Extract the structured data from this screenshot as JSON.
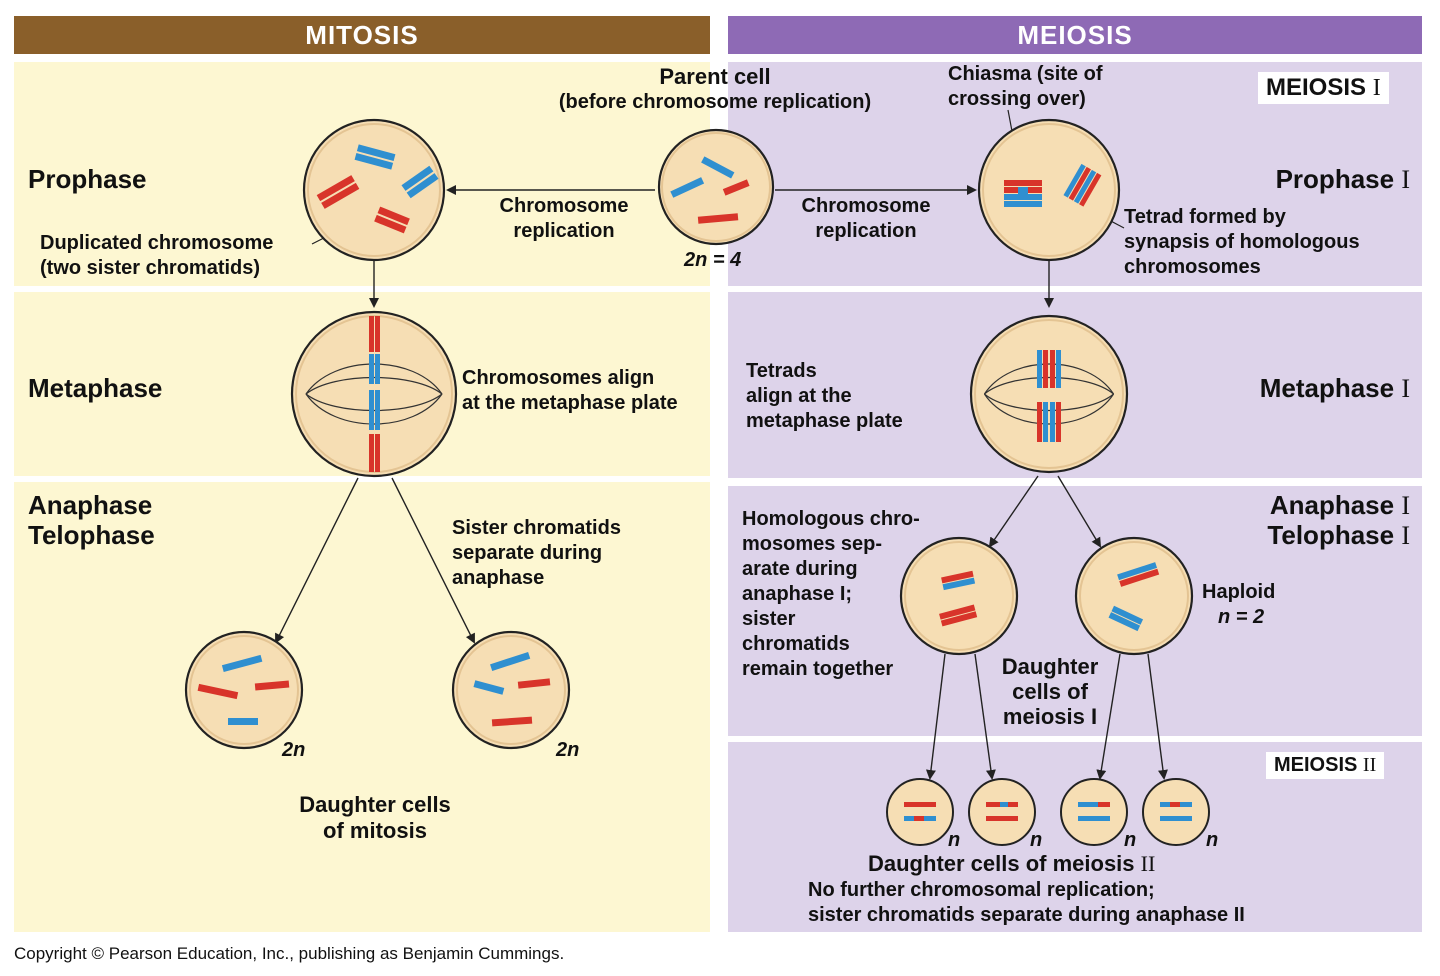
{
  "headers": {
    "mitosis": "MITOSIS",
    "meiosis": "MEIOSIS"
  },
  "parent": {
    "title": "Parent cell",
    "subtitle": "(before chromosome replication)",
    "ploidy": "2n = 4"
  },
  "replication_left": "Chromosome replication",
  "replication_right": "Chromosome replication",
  "mitosis": {
    "prophase": "Prophase",
    "metaphase": "Metaphase",
    "anaphase": "Anaphase",
    "telophase": "Telophase",
    "duplicated_chromosome": "Duplicated chromosome",
    "sister_chromatids": "(two sister chromatids)",
    "align_1": "Chromosomes align",
    "align_2": "at the metaphase plate",
    "sister_sep_1": "Sister chromatids",
    "sister_sep_2": "separate during",
    "sister_sep_3": "anaphase",
    "ploidy_left": "2n",
    "ploidy_right": "2n",
    "daughter_1": "Daughter cells",
    "daughter_2": "of mitosis"
  },
  "meiosis": {
    "meiosis1_label": "MEIOSIS",
    "meiosis1_numeral": "I",
    "chiasma_1": "Chiasma (site of",
    "chiasma_2": "crossing over)",
    "prophase": "Prophase",
    "prophase_numeral": "I",
    "tetrad_1": "Tetrad formed by",
    "tetrad_2": "synapsis of homologous",
    "tetrad_3": "chromosomes",
    "tetrads_align_1": "Tetrads",
    "tetrads_align_2": "align at the",
    "tetrads_align_3": "metaphase plate",
    "metaphase": "Metaphase",
    "metaphase_numeral": "I",
    "anaphase": "Anaphase",
    "anaphase_numeral": "I",
    "telophase": "Telophase",
    "telophase_numeral": "I",
    "homologous_1": "Homologous chro-",
    "homologous_2": "mosomes sep-",
    "homologous_3": "arate during",
    "homologous_4": "anaphase I;",
    "homologous_5": "sister",
    "homologous_6": "chromatids",
    "homologous_7": "remain together",
    "haploid": "Haploid",
    "haploid_n": "n = 2",
    "daughter1_1": "Daughter",
    "daughter1_2": "cells of",
    "daughter1_3": "meiosis I",
    "meiosis2_label": "MEIOSIS",
    "meiosis2_numeral": "II",
    "n1": "n",
    "n2": "n",
    "n3": "n",
    "n4": "n",
    "daughter2": "Daughter cells of meiosis",
    "daughter2_numeral": "II",
    "no_further_1": "No further chromosomal replication;",
    "no_further_2": "sister chromatids separate during anaphase II"
  },
  "copyright": "Copyright © Pearson Education, Inc., publishing as Benjamin Cummings.",
  "colors": {
    "mitosis_header": "#8a5f2a",
    "meiosis_header": "#8e6ab5",
    "yellow_bg": "#fdf7d2",
    "purple_bg": "#ddd3ea",
    "red": "#d8342a",
    "blue": "#2f8fd0",
    "cell": "#f6deb4"
  }
}
